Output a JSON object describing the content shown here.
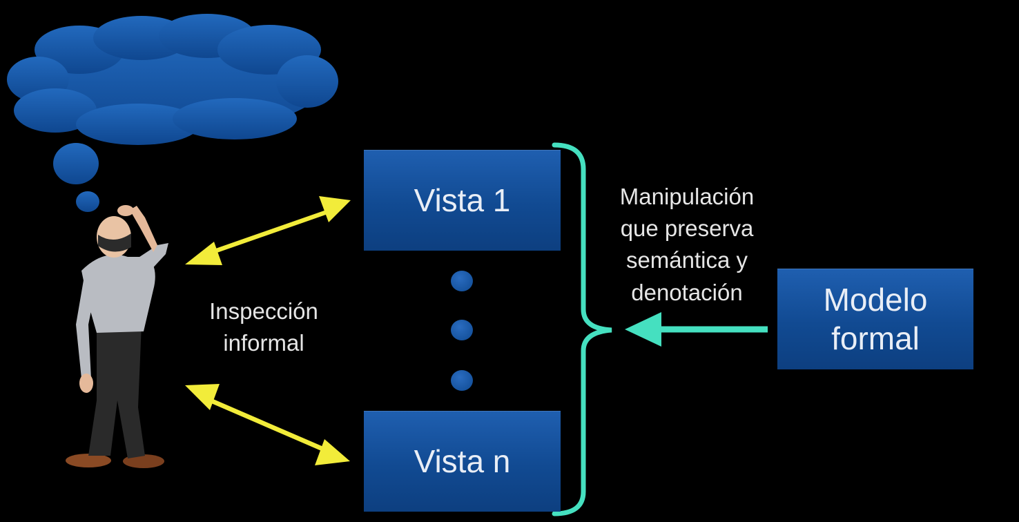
{
  "boxes": {
    "vista_1": "Vista 1",
    "vista_n": "Vista n",
    "modelo_line1": "Modelo",
    "modelo_line2": "formal"
  },
  "labels": {
    "inspeccion_line1": "Inspección",
    "inspeccion_line2": "informal",
    "manipulacion_line1": "Manipulación",
    "manipulacion_line2": "que preserva",
    "manipulacion_line3": "semántica y",
    "manipulacion_line4": "denotación"
  },
  "colors": {
    "background": "#000000",
    "box_fill": "#1a56a3",
    "cloud": "#1b5aa8",
    "yellow_arrow": "#f2ec3a",
    "teal_arrow": "#45e0c0",
    "text": "#e6e6e6"
  },
  "icons": [
    "thinking-man-figure",
    "thought-cloud"
  ]
}
